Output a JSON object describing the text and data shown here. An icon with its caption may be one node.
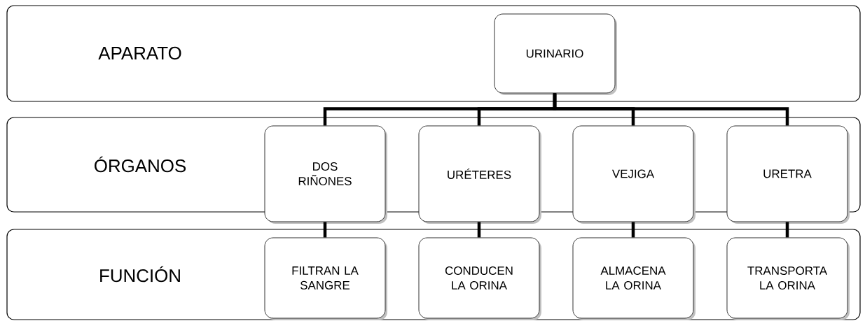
{
  "diagram": {
    "nodes": [
      {
        "text": [
          "APARATO"
        ]
      },
      {
        "text": [
          "URINARIO"
        ],
        "in": 0
      },
      {
        "text": [
          "ÓRGANOS"
        ]
      },
      {
        "text": [
          "DOS RIÑONES"
        ]
      },
      {
        "text": [
          "URÉTERES"
        ]
      },
      {
        "text": [
          "VEJIGA"
        ]
      },
      {
        "text": [
          "URETRA"
        ]
      },
      {
        "text": [
          "FUNCIÓN"
        ]
      },
      {
        "text": [
          "FILTRAN LA SANGRE"
        ],
        "in": 7
      },
      {
        "text": [
          "CONDUCEN LA ORINA"
        ],
        "in": 7
      },
      {
        "text": [
          "ALMACENA LA ORINA"
        ],
        "in": 7
      },
      {
        "text": [
          "TRANSPORTA LA ORINA"
        ],
        "in": 7
      }
    ],
    "edges": [
      {
        "from": 1,
        "to": 3,
        "arrow": "none"
      },
      {
        "from": 1,
        "to": 4,
        "arrow": "none"
      },
      {
        "from": 1,
        "to": 5,
        "arrow": "none"
      },
      {
        "from": 1,
        "to": 6,
        "arrow": "none"
      },
      {
        "from": 3,
        "to": 8,
        "arrow": "none"
      },
      {
        "from": 4,
        "to": 9,
        "arrow": "none"
      },
      {
        "from": 5,
        "to": 10,
        "arrow": "none"
      },
      {
        "from": 6,
        "to": 11,
        "arrow": "none"
      }
    ]
  }
}
